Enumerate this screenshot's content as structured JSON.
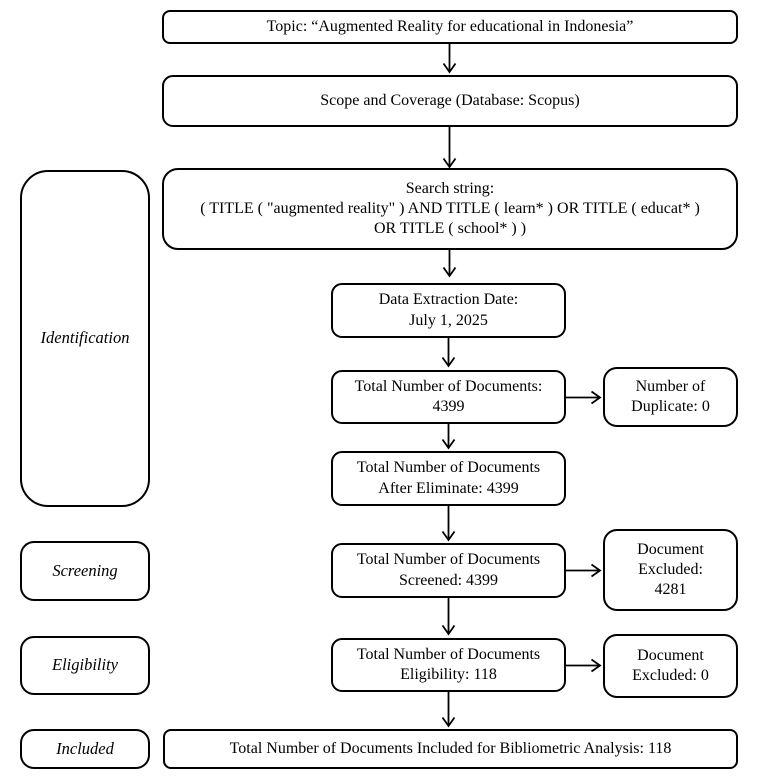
{
  "stages": {
    "identification": "Identification",
    "screening": "Screening",
    "eligibility": "Eligibility",
    "included": "Included"
  },
  "nodes": {
    "topic": {
      "lines": [
        "Topic: “Augmented Reality for educational in Indonesia”"
      ]
    },
    "scope": {
      "lines": [
        "Scope and Coverage (Database: Scopus)"
      ]
    },
    "search": {
      "lines": [
        "Search string:",
        "( TITLE ( \"augmented reality\" ) AND TITLE ( learn* ) OR TITLE ( educat* )",
        "OR TITLE ( school* ) )"
      ]
    },
    "extraction": {
      "lines": [
        "Data Extraction Date:",
        "July 1, 2025"
      ]
    },
    "total": {
      "lines": [
        "Total Number of Documents:",
        "4399"
      ]
    },
    "duplicate": {
      "lines": [
        "Number of",
        "Duplicate: 0"
      ]
    },
    "eliminate": {
      "lines": [
        "Total Number of Documents",
        "After Eliminate: 4399"
      ]
    },
    "screened": {
      "lines": [
        "Total Number of Documents",
        "Screened: 4399"
      ]
    },
    "excluded_screening": {
      "lines": [
        "Document",
        "Excluded:",
        "4281"
      ]
    },
    "eligible": {
      "lines": [
        "Total Number of Documents",
        "Eligibility: 118"
      ]
    },
    "excluded_eligibility": {
      "lines": [
        "Document",
        "Excluded: 0"
      ]
    },
    "included_total": {
      "lines": [
        "Total Number of Documents Included for Bibliometric Analysis: 118"
      ]
    }
  },
  "colors": {
    "line": "#000000",
    "background": "#ffffff"
  }
}
